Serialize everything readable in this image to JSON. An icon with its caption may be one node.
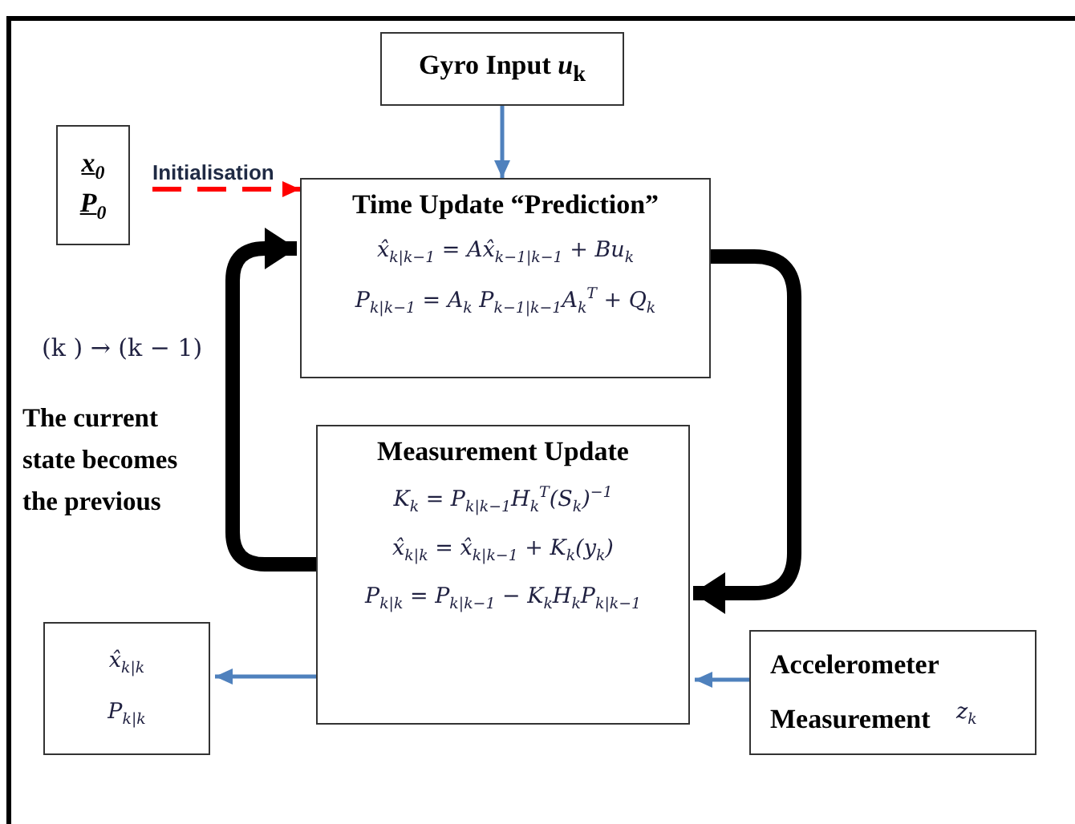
{
  "diagram": {
    "nodes": [
      {
        "text": [
          "Gyro Input *u*$_{k}$"
        ]
      },
      {
        "text": [
          "x$_{0}$",
          "P$_{0}$"
        ]
      },
      {
        "text": [
          "Time Update “Prediction”",
          "x̂$_{k|k−1}$ = Ax̂$_{k−1|k−1}$ + Bu$_{k}$",
          "P$_{k|k−1}$ = A$_{k}$ P$_{k−1|k−1}$A$_{k}$$^{T}$ + Q$_{k}$"
        ]
      },
      {
        "text": [
          "Measurement Update",
          "K$_{k}$ = P$_{k|k−1}$H$_{k}$$^{T}$(S$_{k}$)$^{−1}$",
          "x̂$_{k|k}$ = x̂$_{k|k−1}$ + K$_{k}$(y$_{k}$)",
          "P$_{k|k}$ = P$_{k|k−1}$ − K$_{k}$H$_{k}$P$_{k|k−1}$"
        ]
      },
      {
        "text": [
          "x̂$_{k|k}$",
          "P$_{k|k}$"
        ]
      },
      {
        "text": [
          "Accelerometer Measurement",
          "z$_{k}$"
        ]
      }
    ],
    "edges": [
      {
        "from": 0,
        "to": 2,
        "arrow": "to"
      },
      {
        "from": 1,
        "to": 2,
        "arrow": "to",
        "label": "Initialisation",
        "style": "dashed",
        "color": "#ff0000"
      },
      {
        "from": 2,
        "to": 3,
        "arrow": "to",
        "style": "thick",
        "color": "#000000"
      },
      {
        "from": 3,
        "to": 2,
        "arrow": "to",
        "style": "thick",
        "color": "#000000"
      },
      {
        "from": 3,
        "to": 4,
        "arrow": "to"
      },
      {
        "from": 5,
        "to": 3,
        "arrow": "to"
      }
    ],
    "labels": [
      "(k ) → (k − 1)",
      "The current state becomes the previous"
    ]
  }
}
